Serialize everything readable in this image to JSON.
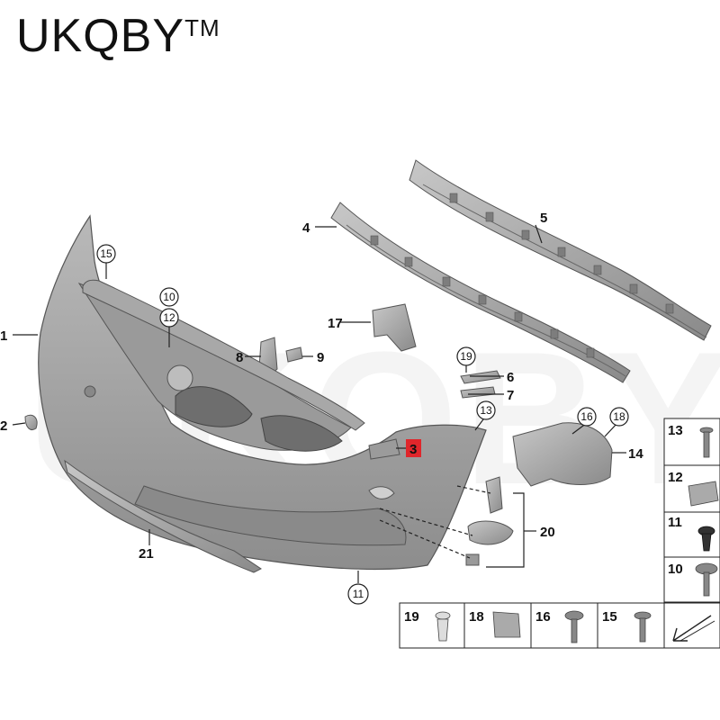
{
  "brand": {
    "name": "UKQBY",
    "trademark": "TM"
  },
  "watermark": "UKQBYTM",
  "callouts": {
    "c1": "1",
    "c2": "2",
    "c3": "3",
    "c4": "4",
    "c5": "5",
    "c6": "6",
    "c7": "7",
    "c8": "8",
    "c9": "9",
    "c10": "10",
    "c11": "11",
    "c12": "12",
    "c13": "13",
    "c14": "14",
    "c15": "15",
    "c16": "16",
    "c17": "17",
    "c18": "18",
    "c19": "19",
    "c20": "20",
    "c21": "21"
  },
  "highlight_color": "#e0262b",
  "legend_right": [
    "13",
    "12",
    "11",
    "10"
  ],
  "legend_bottom": [
    "19",
    "18",
    "16",
    "15"
  ]
}
